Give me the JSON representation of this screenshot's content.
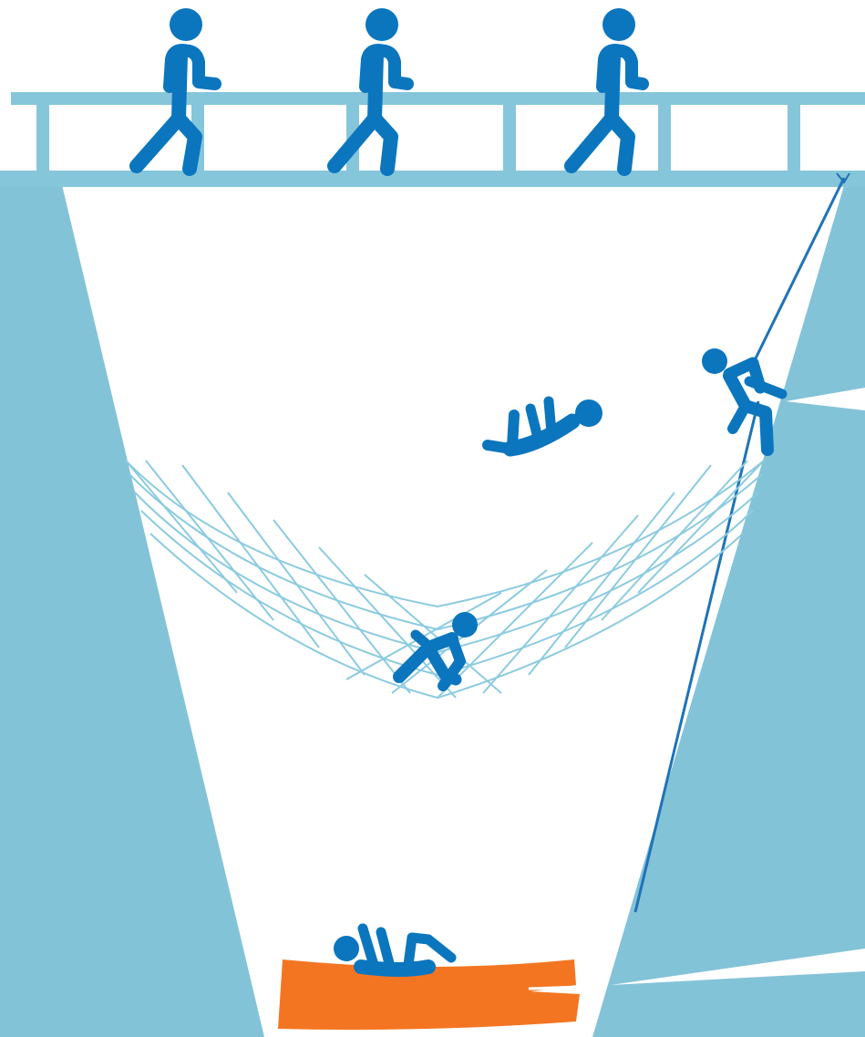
{
  "colors": {
    "cliff": "#83c3d8",
    "bridge": "#86c6db",
    "net": "#8ccbe0",
    "figure": "#0b76be",
    "rope": "#1f73b8",
    "mat": "#f47521",
    "background": "#ffffff"
  },
  "elements": {
    "bridge": "footbridge",
    "walkers": [
      "walking-person",
      "walking-person",
      "walking-person"
    ],
    "climber": "person-abseiling-on-rope",
    "falling_person": "person-falling",
    "net_person": "person-caught-in-safety-net",
    "mat_person": "person-landed-on-crash-mat"
  }
}
